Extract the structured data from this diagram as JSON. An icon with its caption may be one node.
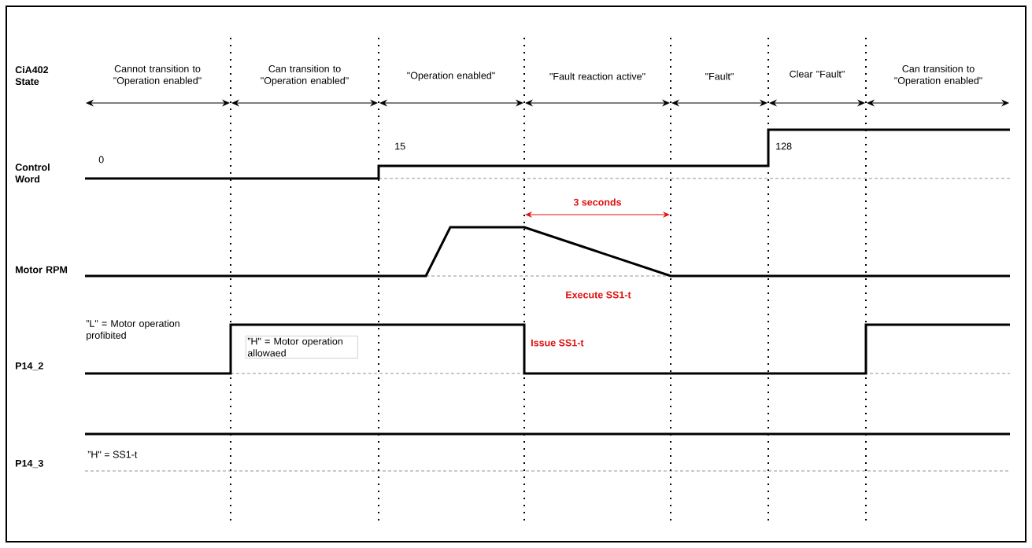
{
  "diagram": {
    "nodes": [
      {
        "text": [
          "”H\" = Motor operation allowaed"
        ]
      }
    ],
    "labels": [
      "CiA402 State",
      "Cannot transition to \"Operation enabled\"",
      "Can transition to \"Operation enabled\"",
      "\"Operation enabled\"",
      "\"Fault reaction active\"",
      "\"Fault\"",
      "Clear \"Fault\"",
      "Can transition to \"Operation enabled\"",
      "Control Word",
      "0",
      "15",
      "128",
      "3 seconds",
      "Motor RPM",
      "Execute SS1-t",
      "”L\" = Motor operation profibited",
      "Issue SS1-t",
      "P14_2",
      "”H\" = SS1-t",
      "P14_3"
    ]
  }
}
